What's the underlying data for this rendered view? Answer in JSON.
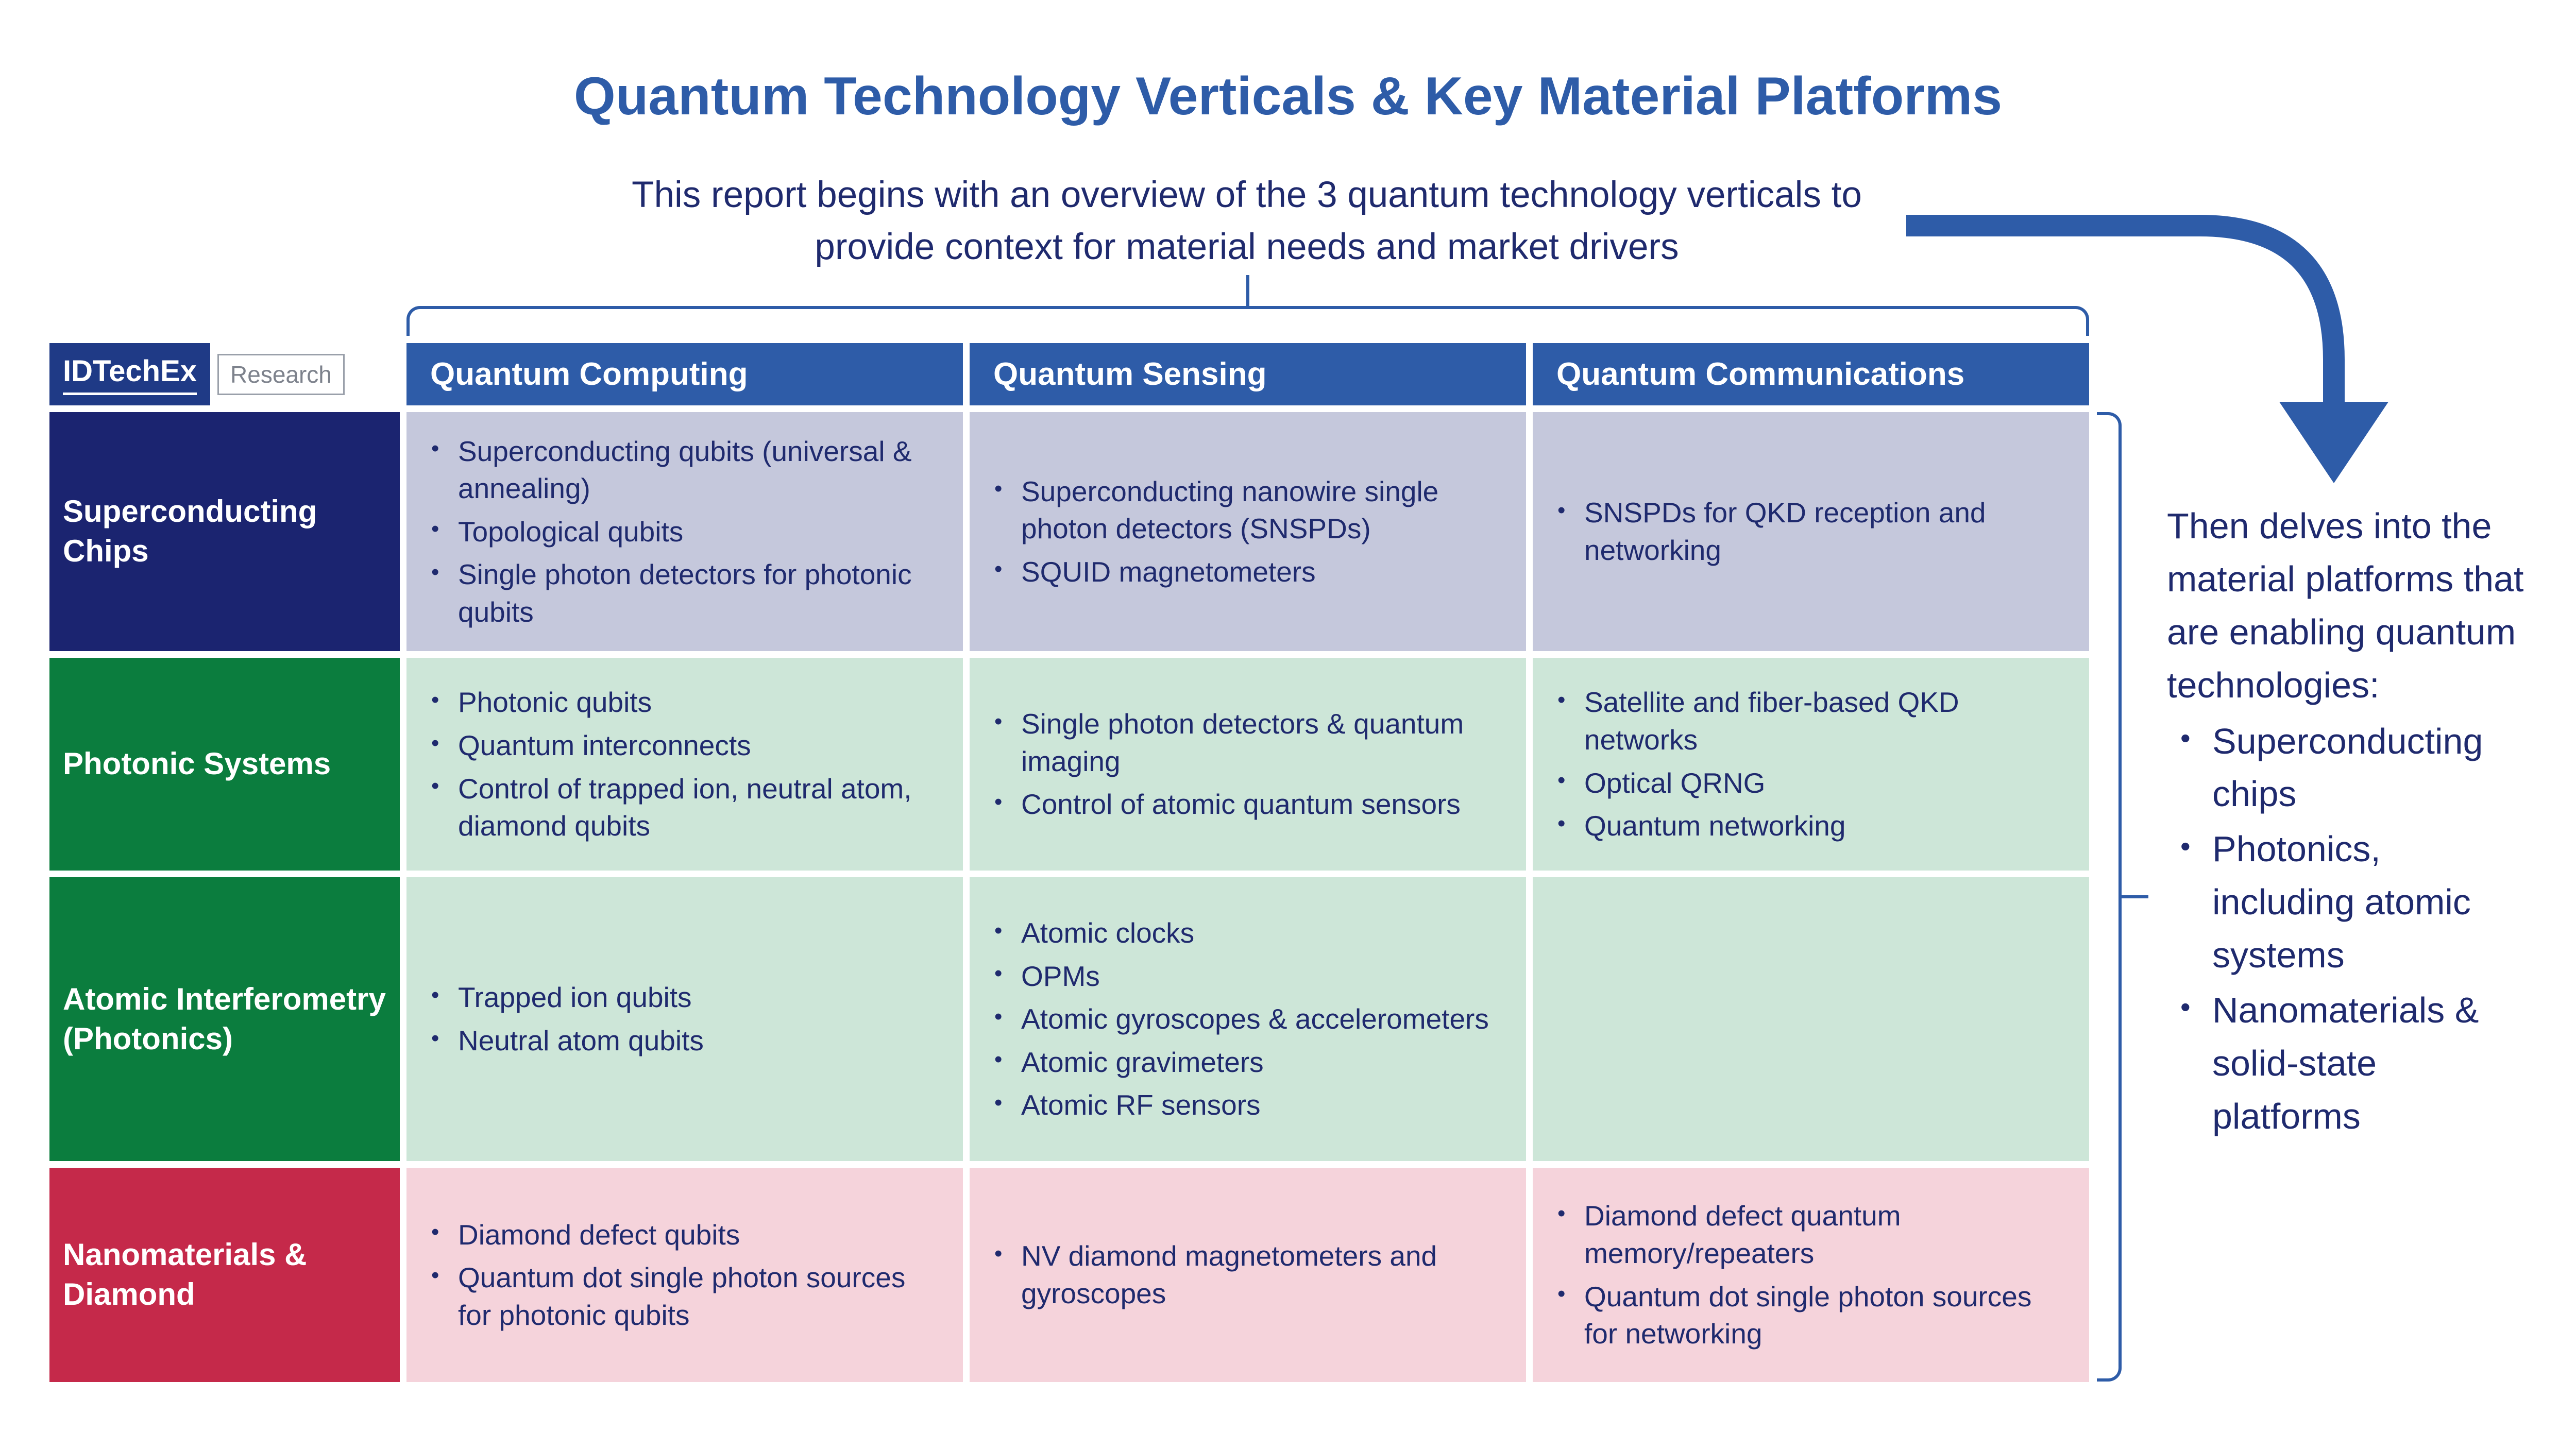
{
  "title": "Quantum Technology Verticals & Key Material Platforms",
  "subtitle": "This report begins with an overview of the 3 quantum technology verticals to provide context for material needs and market drivers",
  "logo": {
    "brand": "IDTechEx",
    "badge": "Research"
  },
  "table": {
    "columns": [
      "Quantum Computing",
      "Quantum Sensing",
      "Quantum Communications"
    ],
    "rows": [
      {
        "label": "Superconducting Chips",
        "label_color": "navy",
        "tint": "lavender",
        "cells": [
          [
            "Superconducting qubits (universal & annealing)",
            "Topological qubits",
            "Single photon detectors for photonic qubits"
          ],
          [
            "Superconducting nanowire single photon detectors (SNSPDs)",
            "SQUID magnetometers"
          ],
          [
            "SNSPDs for QKD reception and networking"
          ]
        ]
      },
      {
        "label": "Photonic Systems",
        "label_color": "green",
        "tint": "mint",
        "cells": [
          [
            "Photonic qubits",
            "Quantum interconnects",
            "Control of trapped ion, neutral atom, diamond qubits"
          ],
          [
            "Single photon detectors & quantum imaging",
            "Control of atomic quantum sensors"
          ],
          [
            "Satellite and fiber-based QKD networks",
            "Optical QRNG",
            "Quantum networking"
          ]
        ]
      },
      {
        "label": "Atomic Interferometry (Photonics)",
        "label_color": "green",
        "tint": "mint",
        "cells": [
          [
            "Trapped ion qubits",
            "Neutral atom qubits"
          ],
          [
            "Atomic clocks",
            "OPMs",
            "Atomic gyroscopes & accelerometers",
            "Atomic gravimeters",
            "Atomic RF sensors"
          ],
          []
        ]
      },
      {
        "label": "Nanomaterials & Diamond",
        "label_color": "crimson",
        "tint": "pink",
        "cells": [
          [
            "Diamond defect qubits",
            "Quantum dot single photon sources for photonic qubits"
          ],
          [
            "NV diamond magnetometers and gyroscopes"
          ],
          [
            "Diamond defect quantum memory/repeaters",
            "Quantum dot single photon sources for networking"
          ]
        ]
      }
    ]
  },
  "aside": {
    "intro": "Then delves into the material platforms that are enabling quantum technologies:",
    "bullets": [
      "Superconducting chips",
      "Photonics, including atomic systems",
      "Nanomaterials & solid-state platforms"
    ]
  },
  "colors": {
    "blue": "#2E5CA8",
    "navy": "#1B2470",
    "green": "#0B7D3E",
    "crimson": "#C5294A",
    "lavender": "#C5C8DC",
    "mint": "#CDE6D8",
    "pink": "#F5D3DB",
    "text_navy": "#1F2A6E",
    "logo_navy": "#1F3A86"
  }
}
